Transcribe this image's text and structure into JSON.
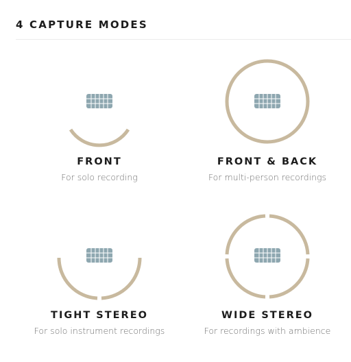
{
  "header": {
    "title": "4 CAPTURE MODES"
  },
  "colors": {
    "ring": "#c8b99e",
    "mic": "#8ea7b0",
    "title": "#1c1c1c",
    "desc": "#6f6f6f"
  },
  "modes": [
    {
      "title": "FRONT",
      "desc": "For solo recording",
      "icon": "front-pickup-arc-icon"
    },
    {
      "title": "FRONT & BACK",
      "desc": "For multi-person recordings",
      "icon": "front-back-pickup-circle-icon"
    },
    {
      "title": "TIGHT STEREO",
      "desc": "For solo instrument recordings",
      "icon": "tight-stereo-pickup-icon"
    },
    {
      "title": "WIDE STEREO",
      "desc": "For recordings with ambience",
      "icon": "wide-stereo-pickup-icon"
    }
  ]
}
